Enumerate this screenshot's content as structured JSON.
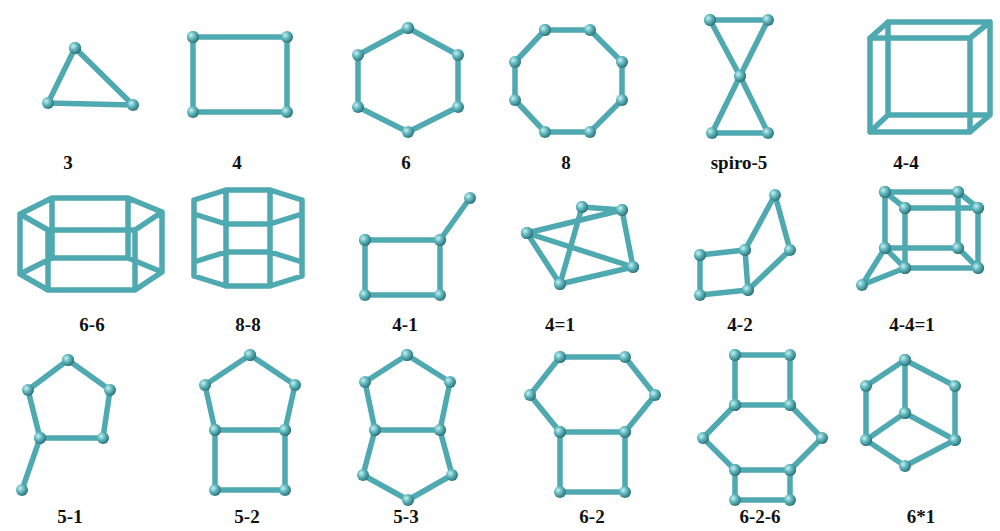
{
  "diagram": {
    "labels": [
      "3",
      "4",
      "6",
      "8",
      "spiro-5",
      "4-4",
      "6-6",
      "8-8",
      "4-1",
      "4=1",
      "4-2",
      "4-4=1",
      "5-1",
      "5-2",
      "5-3",
      "6-2",
      "6-2-6",
      "6*1"
    ]
  }
}
